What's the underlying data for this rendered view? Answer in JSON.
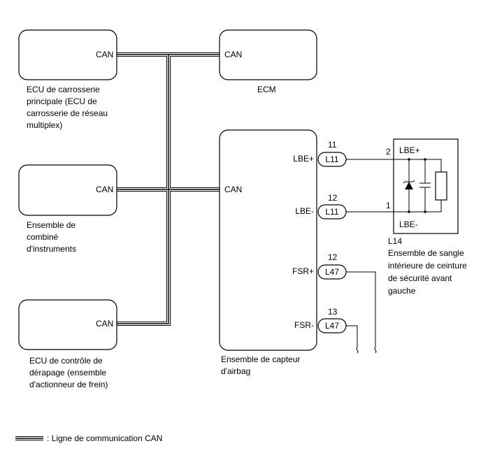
{
  "ecu_body": {
    "port": "CAN",
    "label_lines": [
      "ECU de carrosserie",
      "principale (ECU de",
      "carrosserie de réseau",
      "multiplex)"
    ]
  },
  "ecm": {
    "port": "CAN",
    "label": "ECM"
  },
  "instrument": {
    "port": "CAN",
    "label_lines": [
      "Ensemble de",
      "combiné",
      "d'instruments"
    ]
  },
  "skid": {
    "port": "CAN",
    "label_lines": [
      "ECU de contrôle de",
      "dérapage (ensemble",
      "d'actionneur de frein)"
    ]
  },
  "airbag": {
    "port": "CAN",
    "label_lines": [
      "Ensemble de capteur",
      "d'airbag"
    ],
    "terminals": [
      {
        "name": "LBE+",
        "pin": "11",
        "connector": "L11"
      },
      {
        "name": "LBE-",
        "pin": "12",
        "connector": "L11"
      },
      {
        "name": "FSR+",
        "pin": "12",
        "connector": "L47"
      },
      {
        "name": "FSR-",
        "pin": "13",
        "connector": "L47"
      }
    ]
  },
  "belt": {
    "top_label": "LBE+",
    "bottom_label": "LBE-",
    "pin_top": "2",
    "pin_bottom": "1",
    "connector": "L14",
    "label_lines": [
      "Ensemble de sangle",
      "intérieure de ceinture",
      "de sécurité avant",
      "gauche"
    ]
  },
  "legend": {
    "text": ": Ligne de communication CAN"
  }
}
